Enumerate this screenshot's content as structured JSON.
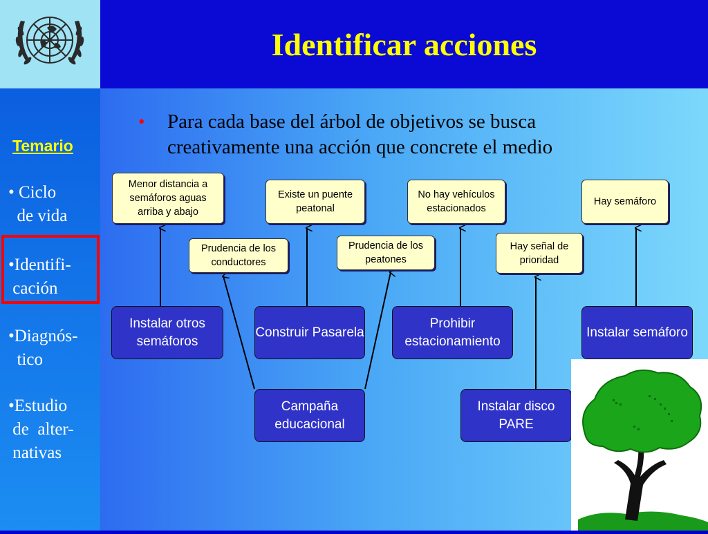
{
  "title": "Identificar acciones",
  "sidebar": {
    "heading": "Temario",
    "items": [
      {
        "label": "• Ciclo\n  de vida"
      },
      {
        "label": "•Identifi-\n cación"
      },
      {
        "label": "•Diagnós-\n  tico"
      },
      {
        "label": "•Estudio\n de  alter-\n nativas"
      }
    ]
  },
  "bullet": {
    "marker": "•",
    "text": "Para cada base del árbol de objetivos se busca creativamente una acción que concrete el medio"
  },
  "diagram": {
    "conditions": [
      {
        "id": "c1",
        "label": "Menor distancia a semáforos aguas arriba y abajo"
      },
      {
        "id": "c2",
        "label": "Existe un puente peatonal"
      },
      {
        "id": "c3",
        "label": "No hay vehículos estacionados"
      },
      {
        "id": "c4",
        "label": "Hay semáforo"
      },
      {
        "id": "c5",
        "label": "Prudencia de los conductores"
      },
      {
        "id": "c6",
        "label": "Prudencia de los peatones"
      },
      {
        "id": "c7",
        "label": "Hay señal de prioridad"
      }
    ],
    "actions": [
      {
        "id": "a1",
        "label": "Instalar otros semáforos"
      },
      {
        "id": "a2",
        "label": "Construir Pasarela"
      },
      {
        "id": "a3",
        "label": "Prohibir estacionamiento"
      },
      {
        "id": "a4",
        "label": "Instalar semáforo"
      },
      {
        "id": "a5",
        "label": "Campaña educacional"
      },
      {
        "id": "a6",
        "label": "Instalar disco PARE"
      }
    ]
  },
  "icons": [
    "un-emblem-icon",
    "tree-icon"
  ],
  "colors": {
    "title": "#ffff00",
    "highlight": "#ff0000",
    "condition_fill": "#ffffcc",
    "action_fill": "#2f33c8"
  }
}
